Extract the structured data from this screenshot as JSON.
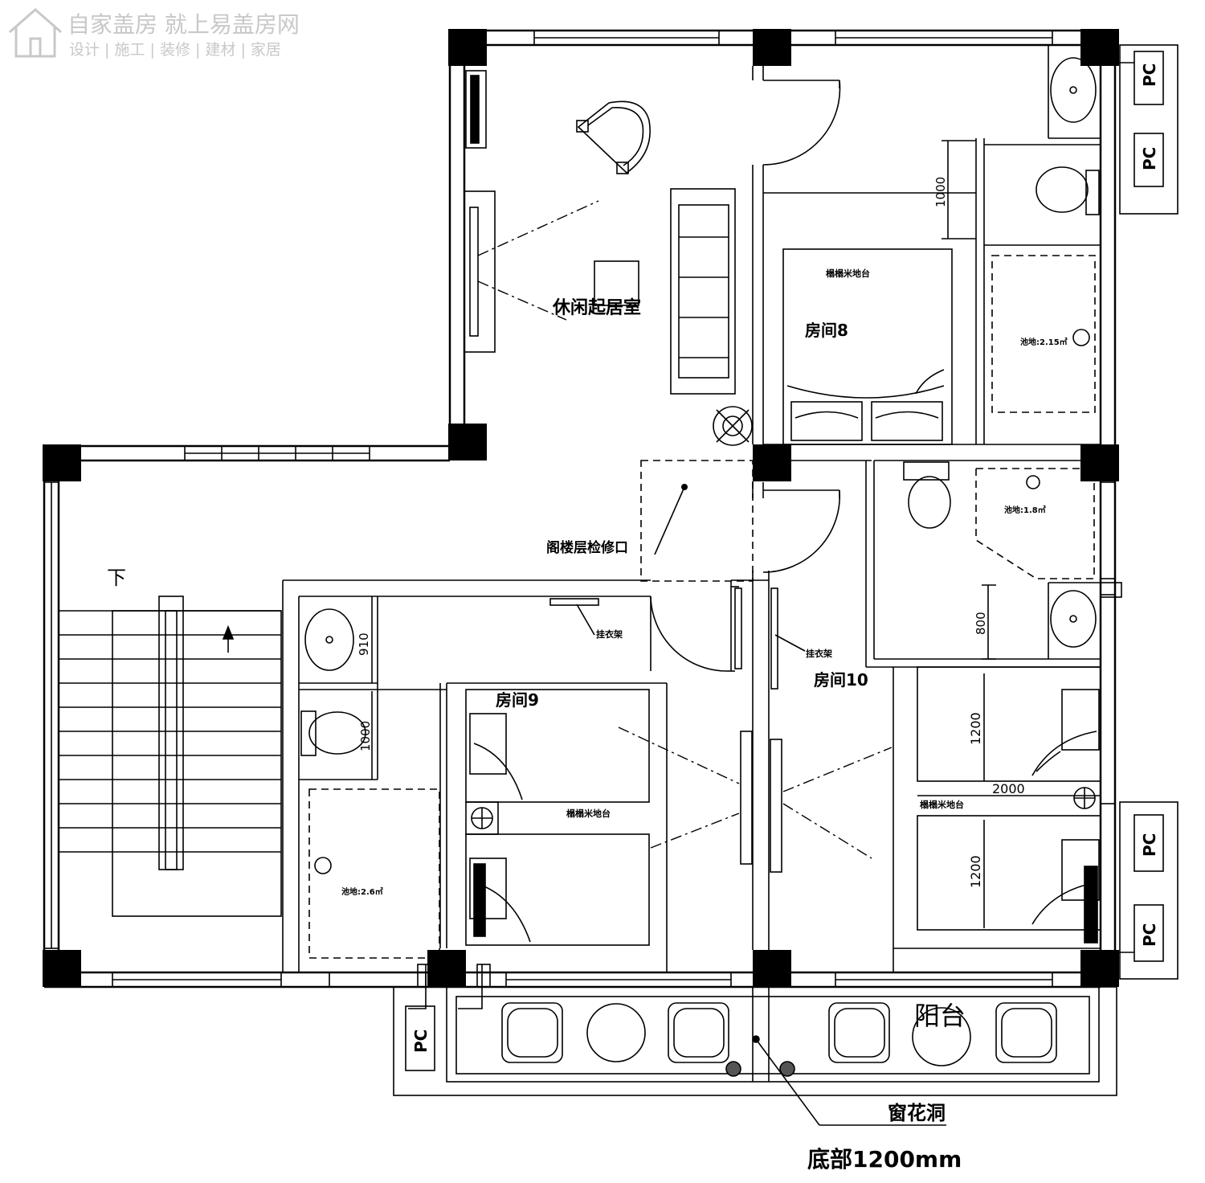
{
  "watermark": {
    "line1": "自家盖房 就上易盖房网",
    "line2": "设计 | 施工 | 装修 | 建材 | 家居"
  },
  "rooms": {
    "leisure": "休闲起居室",
    "room8": "房间8",
    "room9": "房间9",
    "room10": "房间10",
    "balcony": "阳台",
    "down": "下"
  },
  "labels": {
    "tatami_a": "榻榻米地台",
    "tatami_b": "榻榻米地台",
    "tatami_c": "榻榻米地台",
    "attic_hatch": "阁楼层检修口",
    "hanger_a": "挂衣架",
    "hanger_b": "挂衣架",
    "bath_a": "池地:2.15㎡",
    "bath_b": "池地:1.8㎡",
    "bath_c": "池地:2.6㎡",
    "window_hole": "窗花洞",
    "window_bottom": "底部1200mm",
    "pc": "PC"
  },
  "dimensions": {
    "d1000_a": "1000",
    "d910": "910",
    "d1000_b": "1000",
    "d800": "800",
    "d1200_a": "1200",
    "d2000": "2000",
    "d1200_b": "1200"
  }
}
